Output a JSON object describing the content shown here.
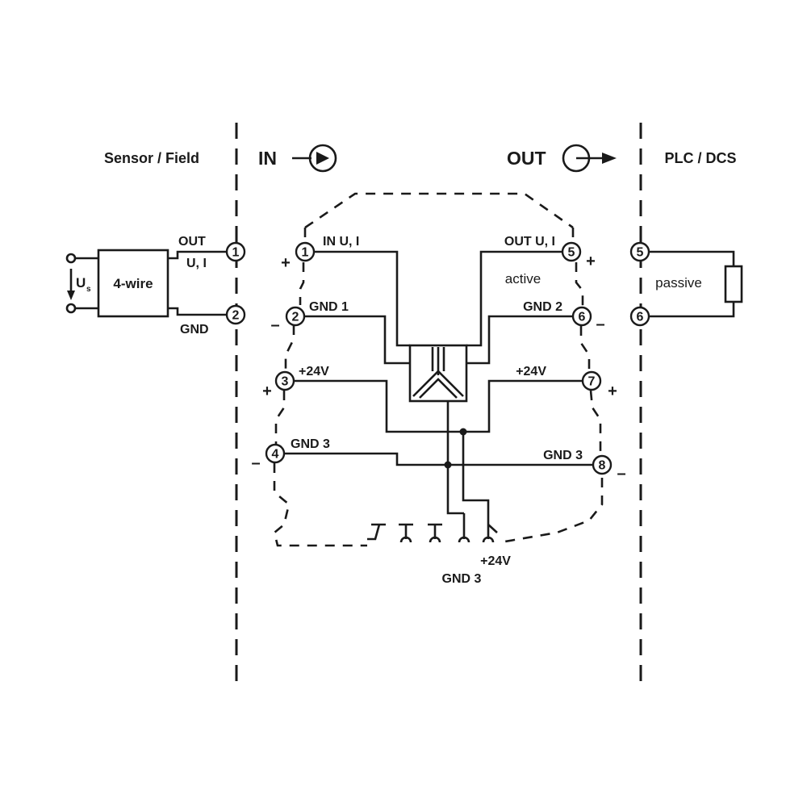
{
  "zones": {
    "field": "Sensor / Field",
    "input": "IN",
    "output": "OUT",
    "control": "PLC / DCS"
  },
  "sensor": {
    "device": "4-wire",
    "supply": "U",
    "supply_sub": "s",
    "out_label": "OUT",
    "out_sub": "U, I",
    "gnd_label": "GND",
    "terminals": [
      "1",
      "2"
    ]
  },
  "module": {
    "in_terminals": [
      {
        "num": "1",
        "label": "IN U, I",
        "sign": "+"
      },
      {
        "num": "2",
        "label": "GND 1",
        "sign": "–"
      },
      {
        "num": "3",
        "label": "+24V",
        "sign": "+"
      },
      {
        "num": "4",
        "label": "GND 3",
        "sign": "–"
      }
    ],
    "out_terminals": [
      {
        "num": "5",
        "label": "OUT U, I",
        "sign": "+"
      },
      {
        "num": "6",
        "label": "GND 2",
        "sign": "–"
      },
      {
        "num": "7",
        "label": "+24V",
        "sign": "+"
      },
      {
        "num": "8",
        "label": "GND 3",
        "sign": "–"
      }
    ],
    "mode": "active",
    "bus_pos": "+24V",
    "bus_gnd": "GND 3"
  },
  "plc": {
    "mode": "passive",
    "terminals": [
      "5",
      "6"
    ]
  }
}
